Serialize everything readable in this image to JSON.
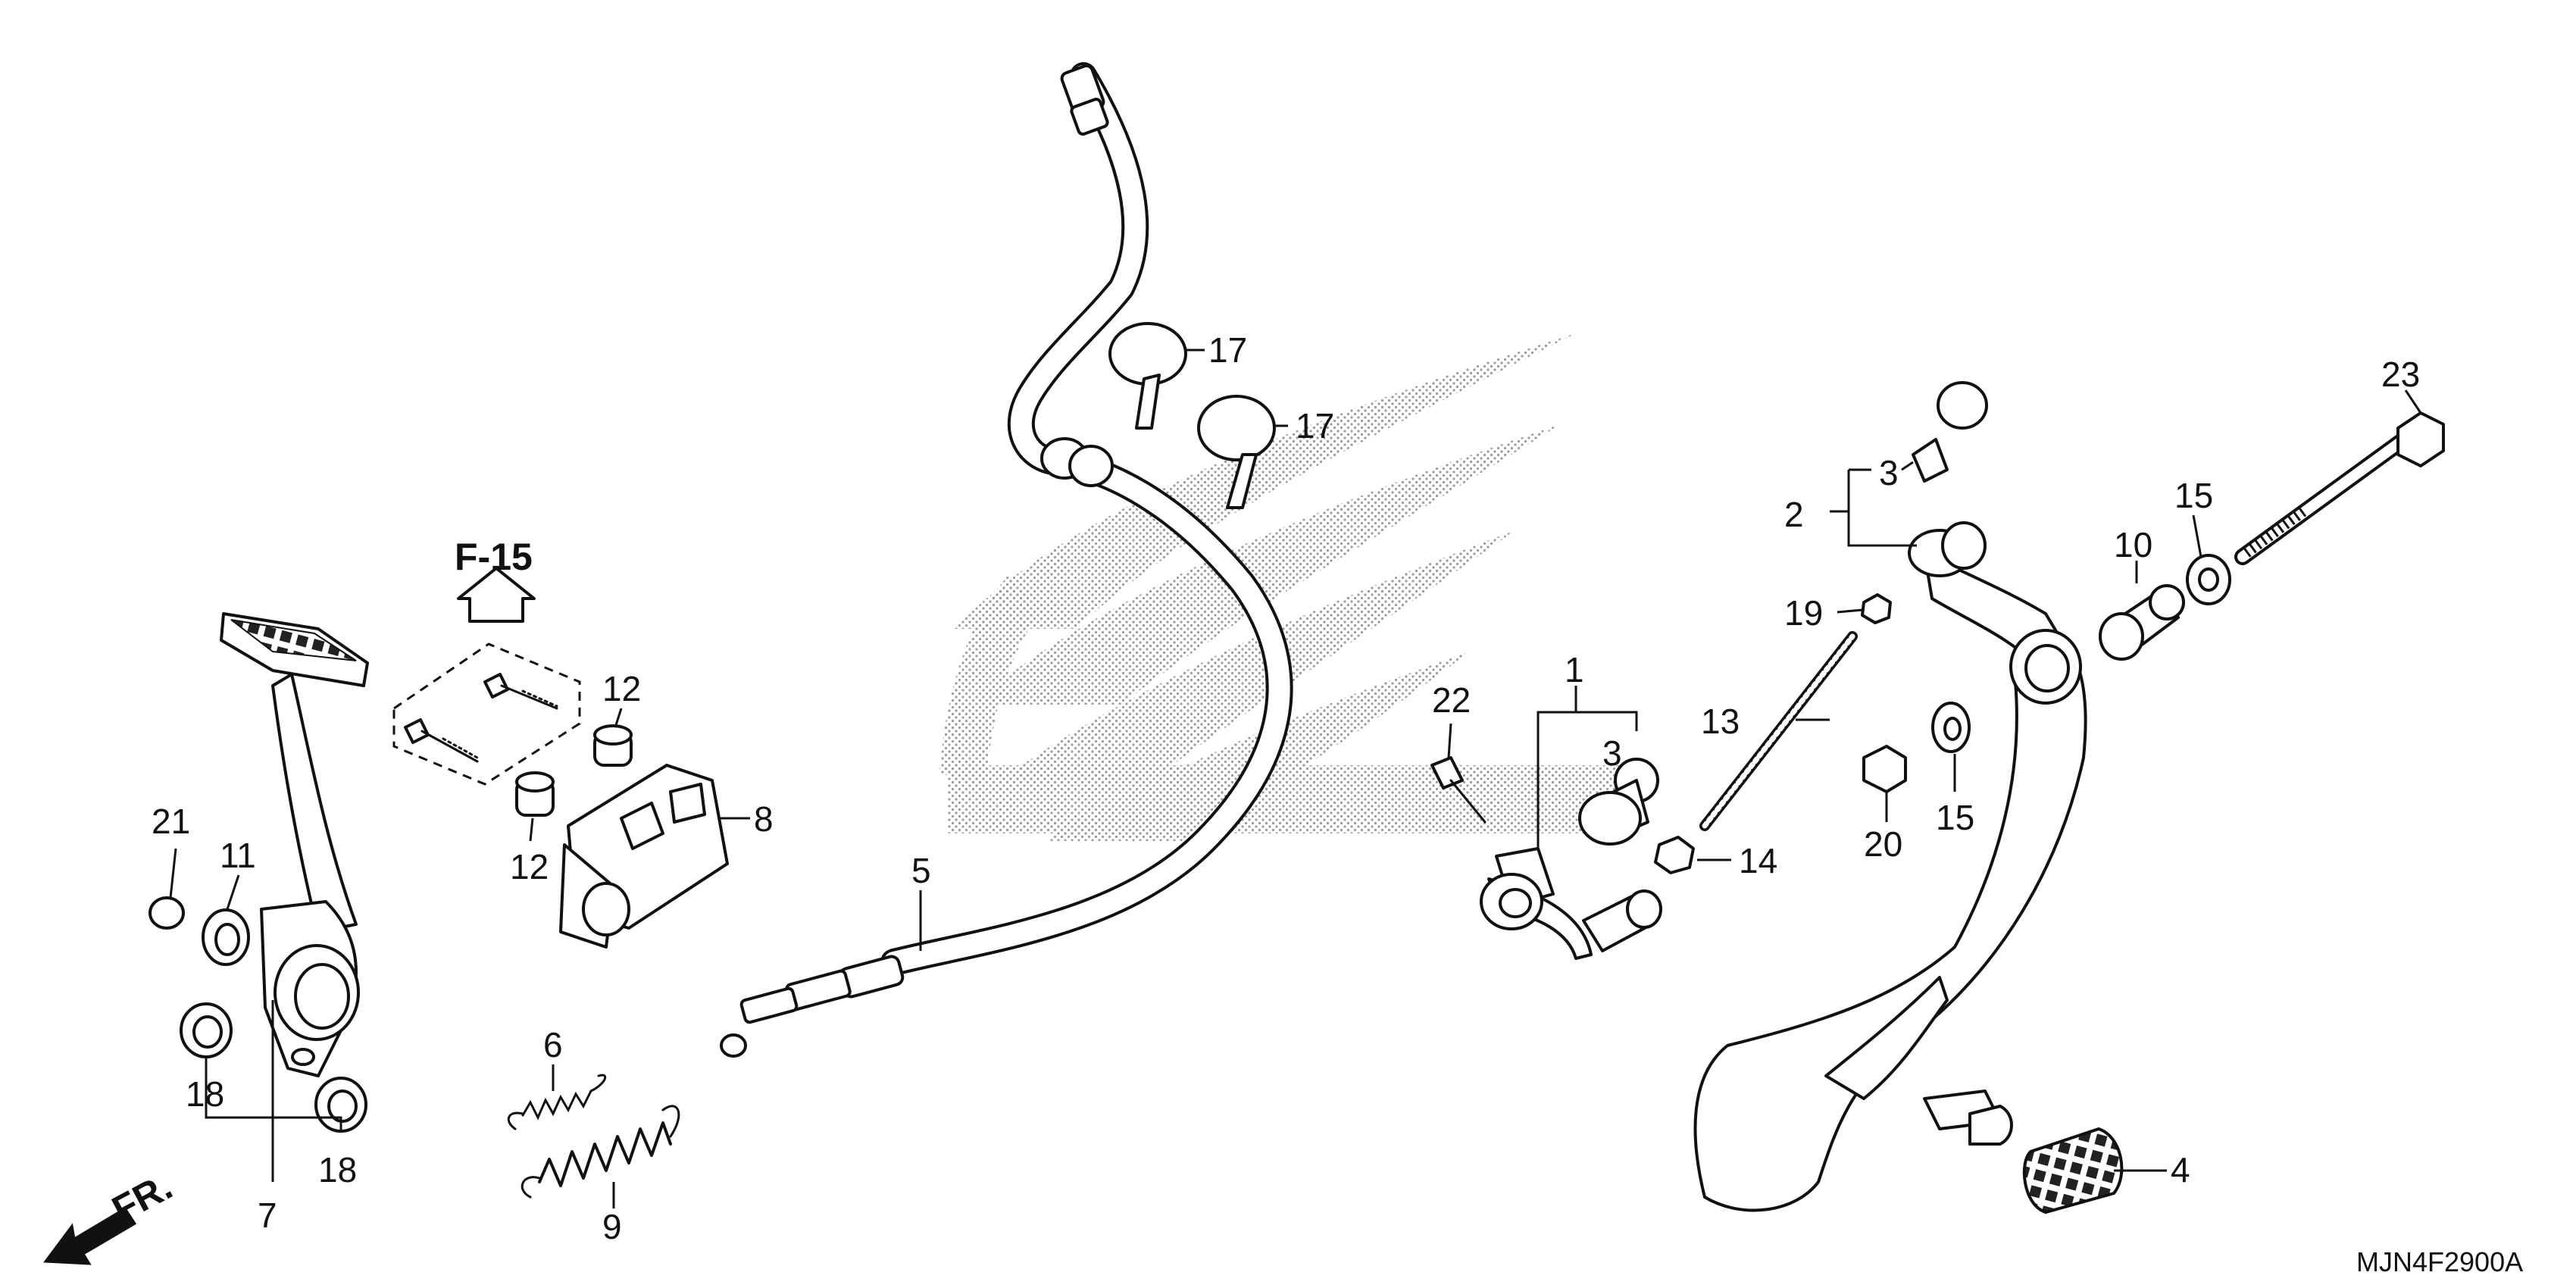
{
  "reference": {
    "arrow_label": "F-15"
  },
  "direction": {
    "label": "FR."
  },
  "diagram_code": "MJN4F2900A",
  "callouts": [
    {
      "id": "c1",
      "label": "1"
    },
    {
      "id": "c2",
      "label": "2"
    },
    {
      "id": "c3a",
      "label": "3"
    },
    {
      "id": "c3b",
      "label": "3"
    },
    {
      "id": "c4",
      "label": "4"
    },
    {
      "id": "c5",
      "label": "5"
    },
    {
      "id": "c6",
      "label": "6"
    },
    {
      "id": "c7",
      "label": "7"
    },
    {
      "id": "c8",
      "label": "8"
    },
    {
      "id": "c9",
      "label": "9"
    },
    {
      "id": "c10",
      "label": "10"
    },
    {
      "id": "c11",
      "label": "11"
    },
    {
      "id": "c12a",
      "label": "12"
    },
    {
      "id": "c12b",
      "label": "12"
    },
    {
      "id": "c13",
      "label": "13"
    },
    {
      "id": "c14",
      "label": "14"
    },
    {
      "id": "c15a",
      "label": "15"
    },
    {
      "id": "c15b",
      "label": "15"
    },
    {
      "id": "c17a",
      "label": "17"
    },
    {
      "id": "c17b",
      "label": "17"
    },
    {
      "id": "c18a",
      "label": "18"
    },
    {
      "id": "c18b",
      "label": "18"
    },
    {
      "id": "c19",
      "label": "19"
    },
    {
      "id": "c20",
      "label": "20"
    },
    {
      "id": "c21",
      "label": "21"
    },
    {
      "id": "c22",
      "label": "22"
    },
    {
      "id": "c23",
      "label": "23"
    }
  ]
}
